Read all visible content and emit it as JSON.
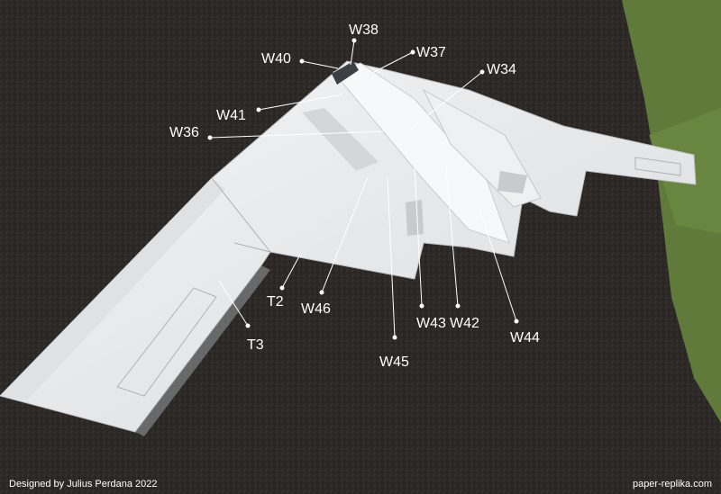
{
  "photo": {
    "subject": "paper model of a stealth flying-wing bomber on asphalt",
    "colors": {
      "asphalt": "#2b2826",
      "grass": "#5f7a3a",
      "model": "#ecedee",
      "leader": "#ffffff"
    }
  },
  "labels": {
    "w38": "W38",
    "w40": "W40",
    "w37": "W37",
    "w34": "W34",
    "w41": "W41",
    "w36": "W36",
    "t2": "T2",
    "w46": "W46",
    "t3": "T3",
    "w43": "W43",
    "w42": "W42",
    "w44": "W44",
    "w45": "W45"
  },
  "footer": {
    "credit": "Designed by Julius Perdana 2022",
    "site": "paper-replika.com"
  }
}
